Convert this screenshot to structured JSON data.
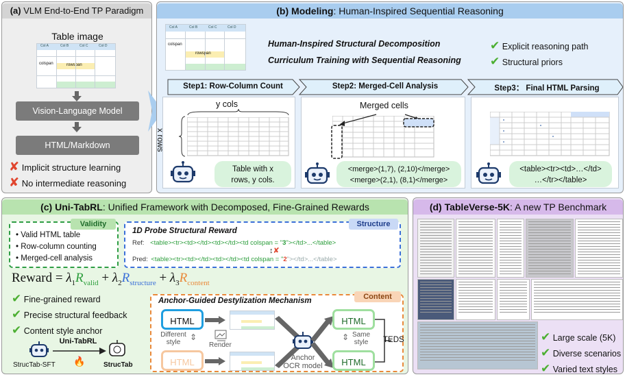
{
  "panel_a": {
    "title_tag": "(a)",
    "title_rest": "VLM End-to-End TP Paradigm",
    "table_image_label": "Table image",
    "mini_table": {
      "headers": [
        "Col A",
        "Col B",
        "Col C",
        "Col D"
      ],
      "colspan": "colspan",
      "rowspan": "rowspan"
    },
    "vlm_label": "Vision-Language Model",
    "output_label": "HTML/Markdown",
    "issues": [
      "Implicit structure learning",
      "No intermediate reasoning"
    ]
  },
  "panel_b": {
    "title_tag": "(b) Modeling",
    "title_rest": ": Human-Inspired Sequential Reasoning",
    "mini_table": {
      "headers": [
        "Col A",
        "Col B",
        "Col C",
        "Col D"
      ],
      "colspan": "colspan",
      "rowspan": "rowspan"
    },
    "headline1": "Human-Inspired Structural Decomposition",
    "headline2": "Curriculum Training with Sequential Reasoning",
    "benefits": [
      "Explicit reasoning path",
      "Structural priors"
    ],
    "steps": [
      "Step1: Row-Column Count",
      "Step2: Merged-Cell Analysis",
      "Step3： Final HTML Parsing"
    ],
    "step1": {
      "ycols": "y cols",
      "xrows": "x rows",
      "bubble_line1": "Table with x",
      "bubble_line2": "rows, y cols."
    },
    "step2": {
      "merged": "Merged cells",
      "bubble_line1": "<merge>(1,7), (2,10)</merge>",
      "bubble_line2": "<merge>(2,1), (8,1)</merge>"
    },
    "step3": {
      "bubble_line1": "<table><tr><td>…</td>",
      "bubble_line2": "…</tr></table>"
    }
  },
  "panel_c": {
    "title_tag": "(c) Uni-TabRL",
    "title_rest": ": Unified Framework with Decomposed, Fine-Grained Rewards",
    "validity_tag": "Validity",
    "validity_items": [
      "Valid HTML table",
      "Row-column counting",
      "Merged-cell analysis"
    ],
    "structure_tag": "Structure",
    "probe_title": "1D Probe Structural Reward",
    "ref_label": "Ref:",
    "ref_code": "<table><tr><td></td><td></td><td colspan = \"",
    "ref_num": "3",
    "ref_tail": "\"></td>...</table>",
    "pred_label": "Pred:",
    "pred_code": "<table><tr><td></td><td></td><td colspan = \"",
    "pred_num": "2",
    "pred_tail": "\"></td>...</table>",
    "reward_word": "Reward",
    "reward_valid": "valid",
    "reward_structure": "structure",
    "reward_content": "content",
    "features": [
      "Fine-grained reward",
      "Precise structural feedback",
      "Content style anchor"
    ],
    "flow_label": "Uni-TabRL",
    "from_model": "StrucTab-SFT",
    "to_model": "StrucTab",
    "content_tag": "Content",
    "anchor_title": "Anchor-Guided Destylization Mechanism",
    "html_label": "HTML",
    "different_style": "Different\nstyle",
    "render": "Render",
    "same_style": "Same\nstyle",
    "teds": "TEDS",
    "anchor_model_1": "Anchor",
    "anchor_model_2": "OCR model"
  },
  "panel_d": {
    "title_tag": "(d) TableVerse-5K",
    "title_rest": ": A new TP Benchmark",
    "features": [
      "Large scale (5K)",
      "Diverse scenarios",
      "Varied text styles"
    ]
  },
  "colors": {
    "green": "#4caf32",
    "red": "#e0452e",
    "blue": "#3a6fd8",
    "orange": "#e9893a",
    "panel_blue": "#e6f0fb",
    "panel_green": "#e8f6e4",
    "panel_purple": "#ece0f5",
    "panel_gray": "#eeeeee"
  }
}
